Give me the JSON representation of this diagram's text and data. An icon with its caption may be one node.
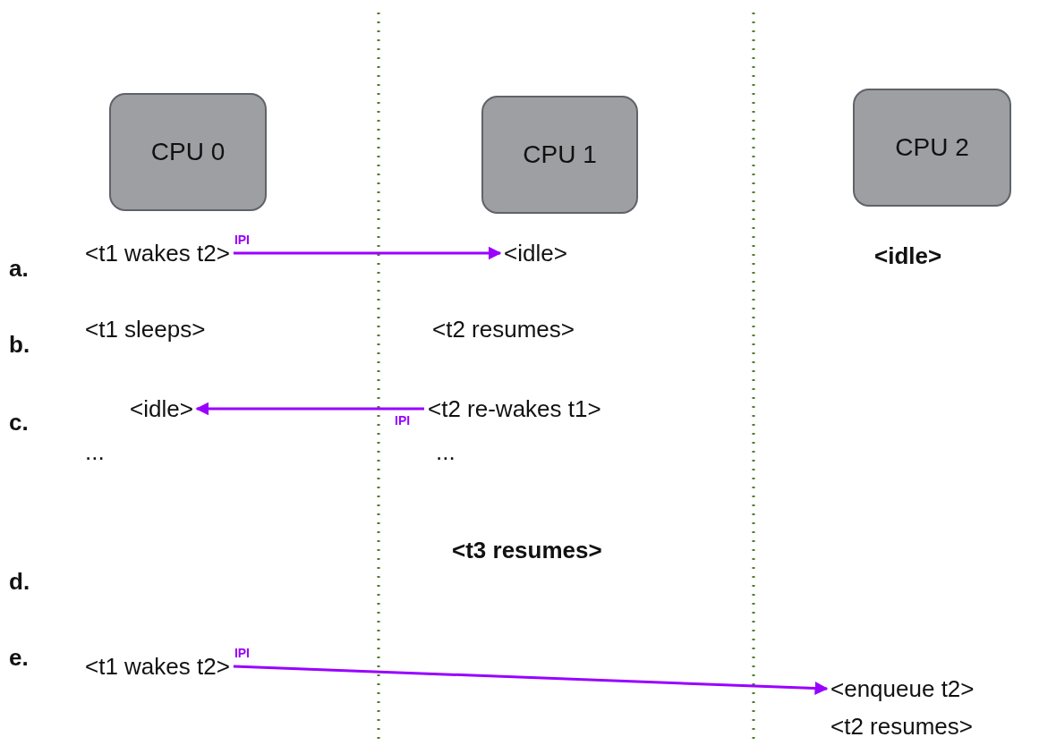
{
  "diagram": {
    "nodes": [
      {
        "text": [
          "CPU 0"
        ]
      },
      {
        "text": [
          "CPU 1"
        ]
      },
      {
        "text": [
          "CPU 2"
        ]
      },
      {
        "text": [
          "<t1 wakes t2>"
        ]
      },
      {
        "text": [
          "<idle>"
        ]
      },
      {
        "text": [
          "<idle>"
        ]
      },
      {
        "text": [
          "<t2 re-wakes t1>"
        ]
      },
      {
        "text": [
          "<t1 wakes t2>"
        ]
      },
      {
        "text": [
          "<enqueue t2>"
        ]
      }
    ],
    "edges": [
      {
        "from": 3,
        "to": 4,
        "arrow": "to",
        "label": "IPI"
      },
      {
        "from": 6,
        "to": 5,
        "arrow": "to",
        "label": "IPI"
      },
      {
        "from": 7,
        "to": 8,
        "arrow": "to",
        "label": "IPI"
      }
    ],
    "labels": [
      "a.",
      "<idle>",
      "b.",
      "<t1 sleeps>",
      "<t2 resumes>",
      "c.",
      "...",
      "...",
      "<t3 resumes>",
      "d.",
      "e.",
      "<t2 resumes>"
    ]
  }
}
